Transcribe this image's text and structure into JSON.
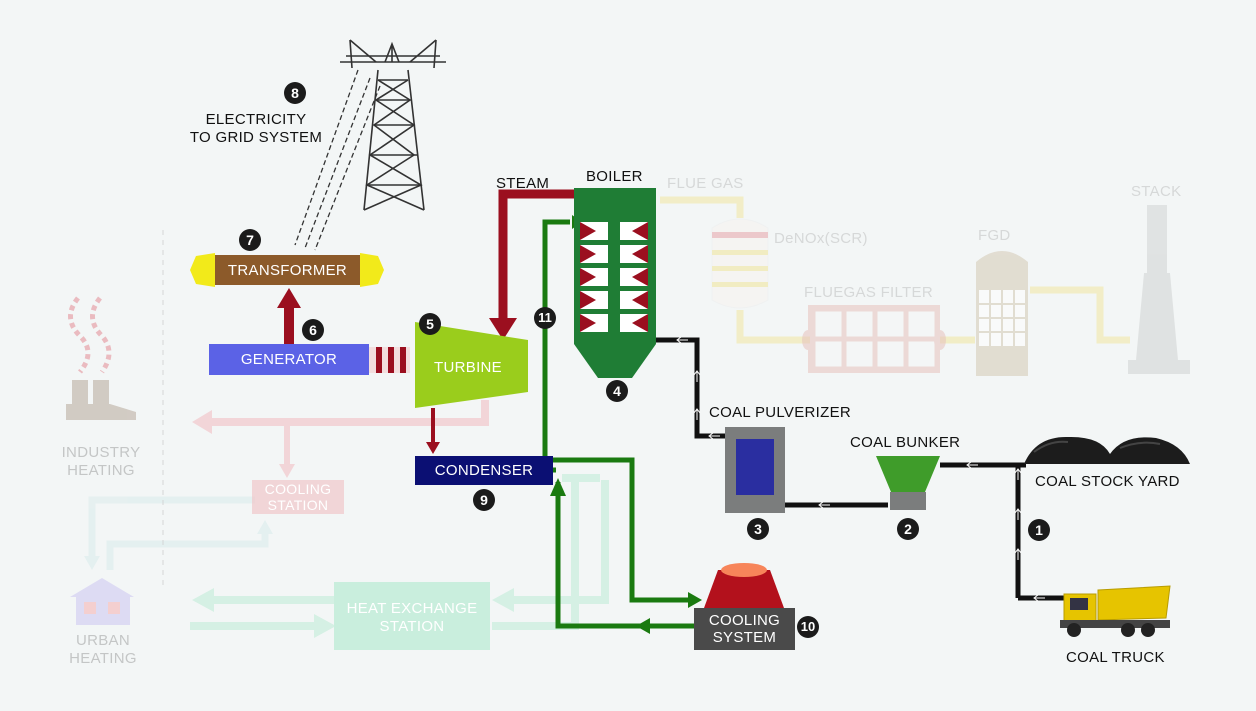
{
  "labels": {
    "electricity": "ELECTRICITY\nTO GRID SYSTEM",
    "steam": "STEAM",
    "boiler": "BOILER",
    "flue_gas": "FLUE GAS",
    "denox": "DeNOx(SCR)",
    "fgd": "FGD",
    "stack": "STACK",
    "fluegas_filter": "FLUEGAS FILTER",
    "transformer": "TRANSFORMER",
    "generator": "GENERATOR",
    "turbine": "TURBINE",
    "condenser": "CONDENSER",
    "coal_pulverizer": "COAL PULVERIZER",
    "coal_bunker": "COAL BUNKER",
    "coal_stock_yard": "COAL STOCK YARD",
    "coal_truck": "COAL TRUCK",
    "cooling_system": "COOLING\nSYSTEM",
    "cooling_station": "COOLING\nSTATION",
    "heat_exchange": "HEAT EXCHANGE\nSTATION",
    "industry_heating": "INDUSTRY\nHEATING",
    "urban_heating": "URBAN\nHEATING"
  },
  "steps": [
    "1",
    "2",
    "3",
    "4",
    "5",
    "6",
    "7",
    "8",
    "9",
    "10",
    "11"
  ],
  "icons": [
    "transmission-tower-icon",
    "factory-icon",
    "house-icon",
    "dump-truck-icon",
    "coal-pile-icon",
    "stack-icon"
  ],
  "colors": {
    "steam": "#9b0f1f",
    "water": "#1a7a10",
    "coal": "#111111",
    "generator": "#5b62e6",
    "turbine": "#9acd1c",
    "transformer": "#8c5a2a",
    "transformer_caps": "#f2ea1a",
    "condenser": "#0b0f73",
    "boiler": "#1f7d35",
    "faded_flue": "#f4efc5",
    "faded_heat": "#c9eedd"
  }
}
